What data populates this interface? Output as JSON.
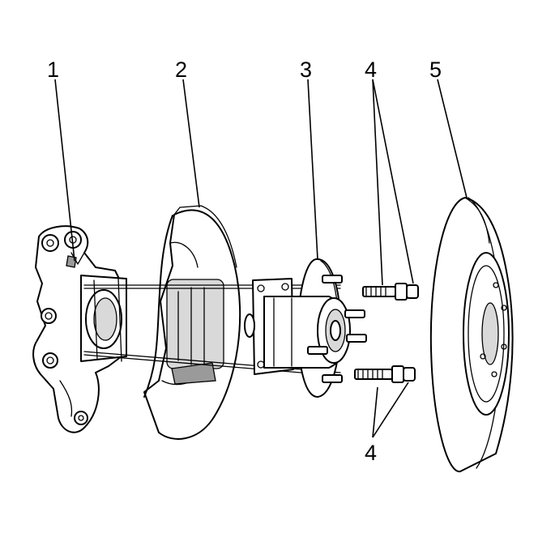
{
  "callouts": {
    "knuckle": "1",
    "shield": "2",
    "hub": "3",
    "bolts_top": "4",
    "bolts_bottom": "4",
    "rotor": "5"
  }
}
